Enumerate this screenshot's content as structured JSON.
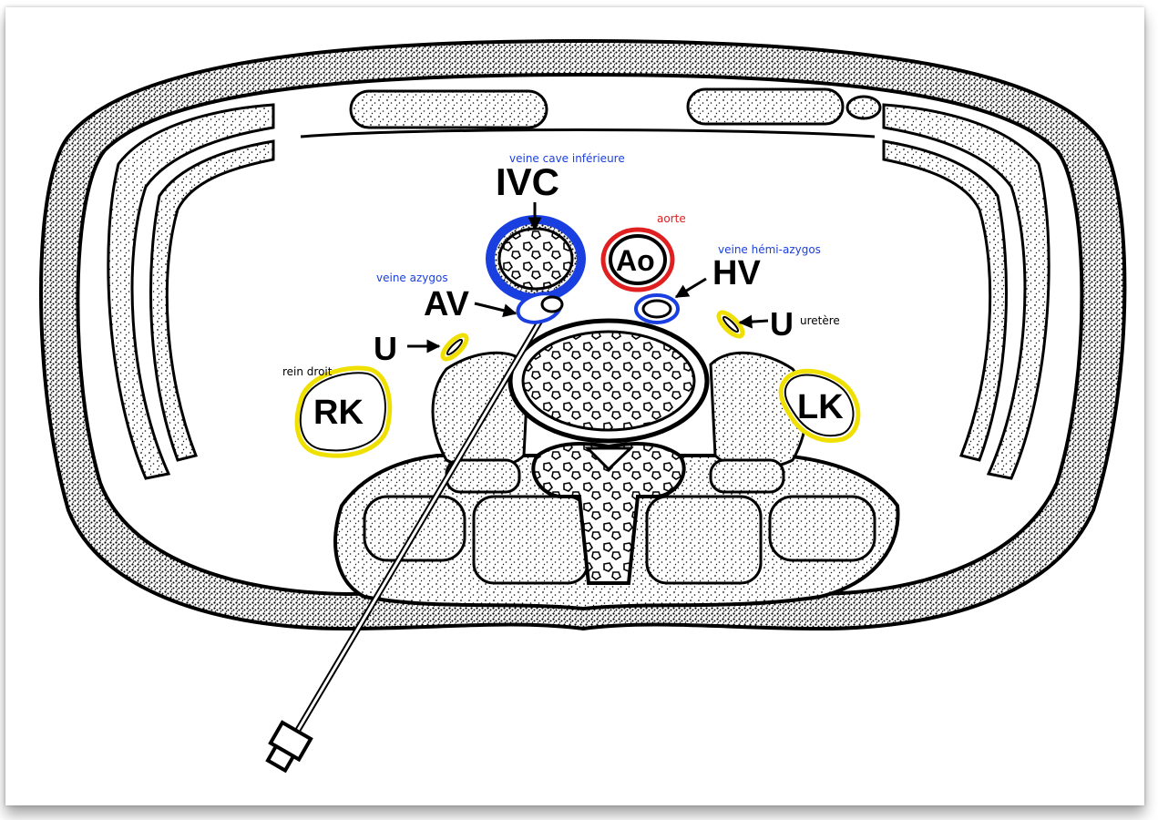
{
  "labels": {
    "ivc": "IVC",
    "ivc_fr": "veine cave inférieure",
    "ao": "Ao",
    "ao_fr": "aorte",
    "hv": "HV",
    "hv_fr": "veine hémi-azygos",
    "av": "AV",
    "av_fr": "veine azygos",
    "u_left": "U",
    "u_right": "U",
    "u_fr": "uretère",
    "rk": "RK",
    "rk_fr": "rein droit",
    "lk": "LK"
  },
  "colors": {
    "vein": "#1a3fe0",
    "artery": "#e02020",
    "ureter_kidney": "#f0e000",
    "ink": "#000000",
    "stipple": "#e8e8e8"
  }
}
